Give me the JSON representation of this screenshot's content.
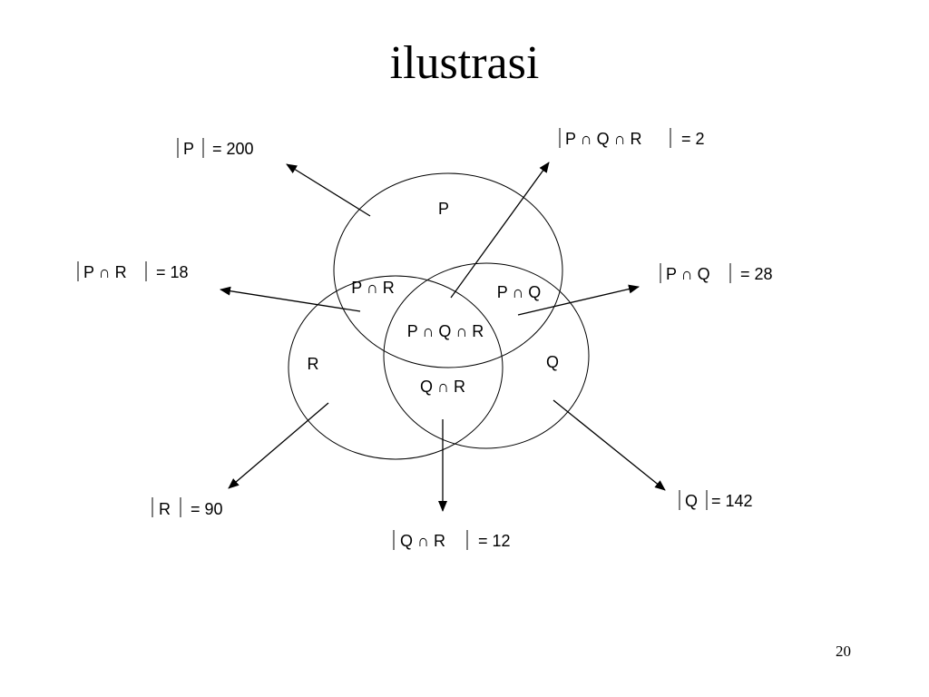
{
  "slide": {
    "title": "ilustrasi",
    "page_number": "20"
  },
  "diagram": {
    "regions": {
      "P": "P",
      "R": "R",
      "Q": "Q",
      "P_and_R": "P ∩ R",
      "P_and_Q": "P ∩ Q",
      "P_and_Q_and_R": "P ∩ Q ∩ R",
      "Q_and_R": "Q ∩ R"
    },
    "cardinalities": {
      "P": {
        "expr": "P",
        "value": "= 200"
      },
      "P_and_Q_and_R": {
        "expr": "P ∩ Q ∩ R",
        "value": "= 2"
      },
      "P_and_R": {
        "expr": "P ∩ R",
        "value": "= 18"
      },
      "P_and_Q": {
        "expr": "P ∩ Q",
        "value": "= 28"
      },
      "R": {
        "expr": "R",
        "value": "= 90"
      },
      "Q": {
        "expr": "Q",
        "value": "= 142"
      },
      "Q_and_R": {
        "expr": "Q ∩ R",
        "value": "= 12"
      }
    }
  }
}
